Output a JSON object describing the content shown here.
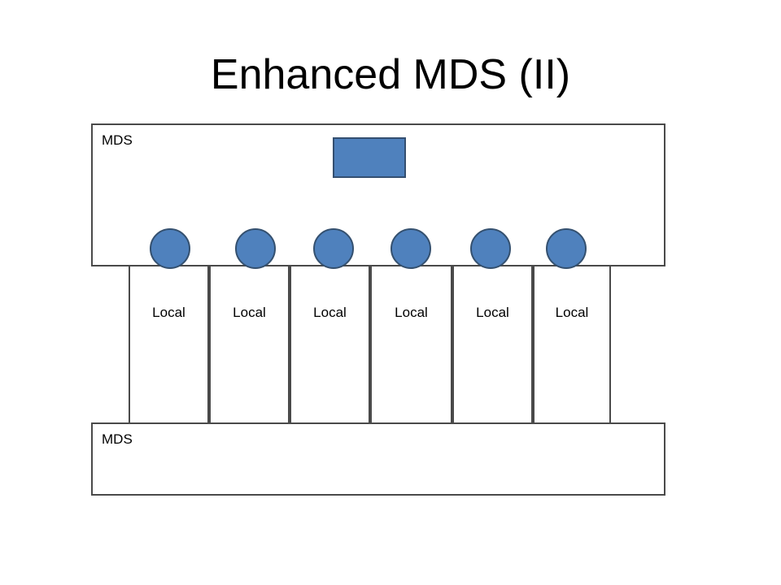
{
  "title": "Enhanced MDS (II)",
  "mds_top": {
    "label": "MDS"
  },
  "mds_bottom": {
    "label": "MDS"
  },
  "locals": [
    {
      "label": "Local"
    },
    {
      "label": "Local"
    },
    {
      "label": "Local"
    },
    {
      "label": "Local"
    },
    {
      "label": "Local"
    },
    {
      "label": "Local"
    }
  ],
  "colors": {
    "node_fill": "#4f81bd",
    "node_outline": "#34506f",
    "box_outline": "#4a4a4a"
  }
}
